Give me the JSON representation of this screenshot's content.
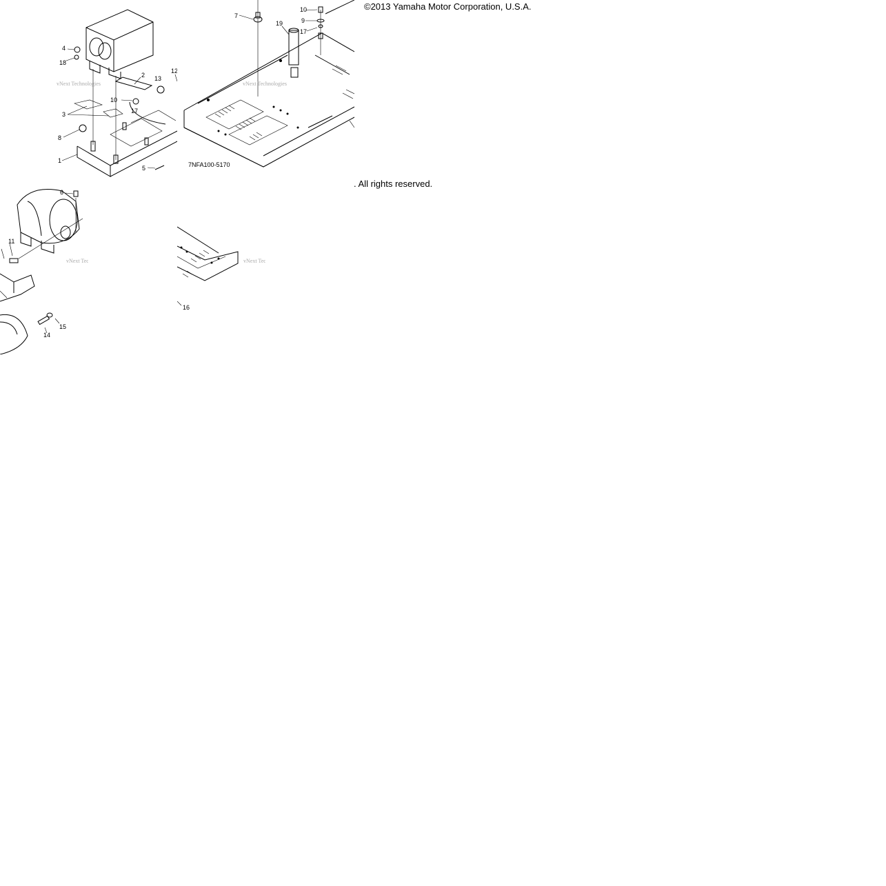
{
  "copyright": {
    "line1": "©2013 Yamaha Motor Corporation, U.S.A.",
    "line2": ". All rights reserved."
  },
  "diagram": {
    "code": "7NFA100-5170",
    "watermark": "vNext Technologies",
    "callouts": {
      "c1": "1",
      "c2": "2",
      "c3": "3",
      "c4": "4",
      "c5": "5",
      "c6": "6",
      "c7": "7",
      "c8": "8",
      "c9": "9",
      "c10a": "10",
      "c10b": "10",
      "c11": "11",
      "c12": "12",
      "c13": "13",
      "c14": "14",
      "c15": "15",
      "c16": "16",
      "c17a": "17",
      "c17b": "17",
      "c18": "18",
      "c19": "19"
    }
  }
}
